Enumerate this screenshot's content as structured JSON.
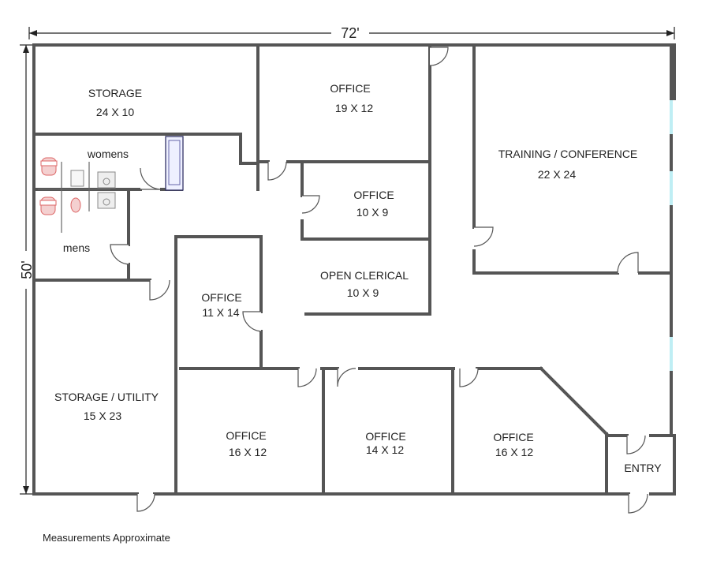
{
  "dimensions": {
    "width": "72'",
    "height": "50'"
  },
  "rooms": [
    {
      "name": "STORAGE",
      "size": "24 X 10"
    },
    {
      "name": "OFFICE",
      "size": "19 X 12"
    },
    {
      "name": "TRAINING / CONFERENCE",
      "size": "22 X 24"
    },
    {
      "name": "OFFICE",
      "size": "10 X 9"
    },
    {
      "name": "OPEN CLERICAL",
      "size": "10 X 9"
    },
    {
      "name": "OFFICE",
      "size": "11 X 14"
    },
    {
      "name": "STORAGE / UTILITY",
      "size": "15 X 23"
    },
    {
      "name": "OFFICE",
      "size": "16 X 12"
    },
    {
      "name": "OFFICE",
      "size": "14 X 12"
    },
    {
      "name": "OFFICE",
      "size": "16 X 12"
    }
  ],
  "restrooms": {
    "womens": "womens",
    "mens": "mens"
  },
  "entry": "ENTRY",
  "note": "Measurements Approximate"
}
